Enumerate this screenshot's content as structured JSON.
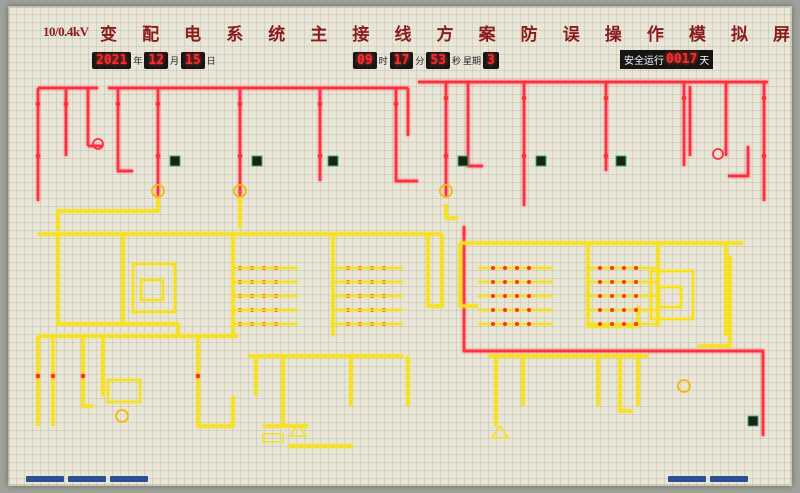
{
  "title_prefix": "10/0.4kV",
  "title_chars": [
    "变",
    "配",
    "电",
    "系",
    "统",
    "主",
    "接",
    "线",
    "方",
    "案",
    "防",
    "误",
    "操",
    "作",
    "模",
    "拟",
    "屏"
  ],
  "date_display": {
    "year": "2021",
    "year_unit": "年",
    "month": "12",
    "month_unit": "月",
    "day": "15",
    "day_unit": "日"
  },
  "time_display": {
    "hour": "09",
    "hour_unit": "时",
    "minute": "17",
    "minute_unit": "分",
    "second": "53",
    "second_unit": "秒",
    "weekday_label": "星期",
    "weekday": "3"
  },
  "safety_display": {
    "label": "安全运行",
    "days": "0017",
    "unit": "天"
  },
  "colors": {
    "hv_line": "#ff2f3f",
    "lv_line": "#f6e11c",
    "board": "#e9e6d7",
    "led_red": "#ff2a2a",
    "accent_blue": "#2b4f8f"
  },
  "icons": [
    "transformer-icon",
    "breaker-indicator-icon",
    "switch-icon",
    "ground-icon",
    "inverter-icon",
    "generator-icon"
  ]
}
